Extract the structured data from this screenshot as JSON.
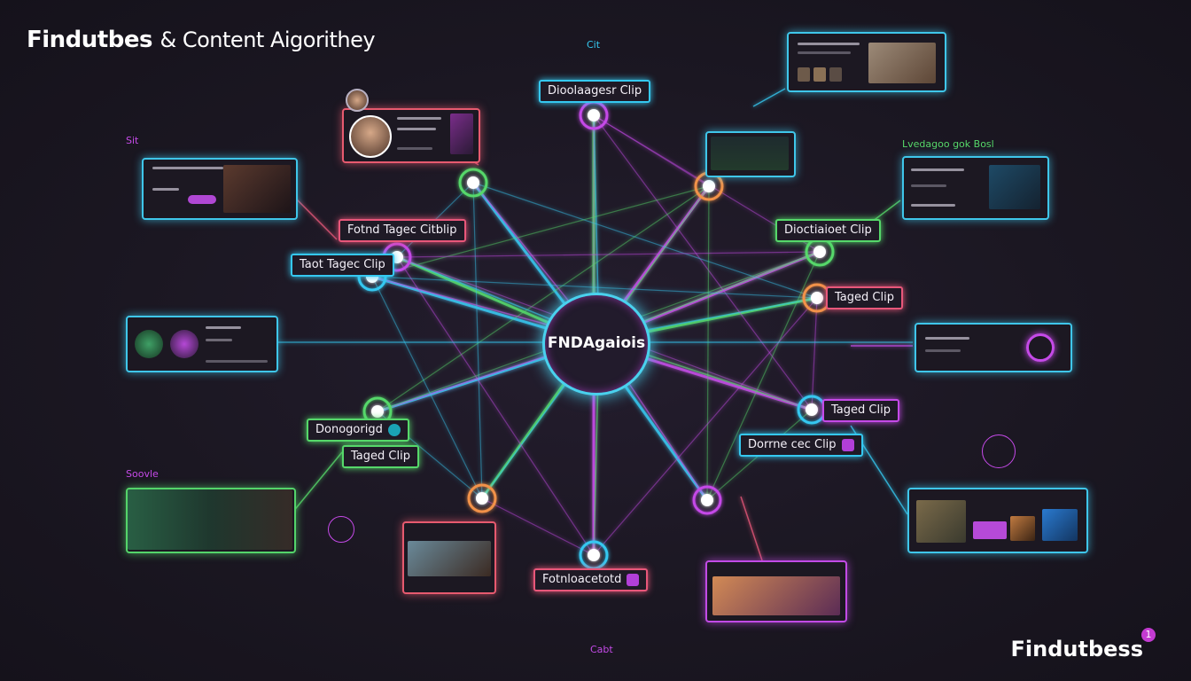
{
  "header": {
    "title_main": "Findutbes",
    "title_rest": "& Content Aigorithey"
  },
  "hub": {
    "label": "FNDAgaiois"
  },
  "tags": {
    "top": "Dioolaagesr Clip",
    "left_upper": "Fotnd Tagec Citblip",
    "left_mid": "Taot Tagec Clip",
    "right_upper": "Dioctiaioet Clip",
    "right_mid": "Taged Clip",
    "right_lower": "Taged Clip",
    "left_lower": "Donogorigd",
    "left_lower2": "Taged Clip",
    "bottom_right": "Dorrne cec Clip",
    "bottom": "Fotnloacetotd"
  },
  "labels": {
    "top_center": "Cit",
    "left_top": "Sit",
    "left_bottom": "Soovle",
    "right_top": "Lvedagoo gok Bosl",
    "bottom_center": "Cabt"
  },
  "brand": {
    "name": "Findutbess",
    "badge": "1"
  },
  "colors": {
    "cyan": "#35c8f0",
    "green": "#56d86a",
    "purple": "#c54ae8",
    "pink": "#e8577a",
    "orange": "#f2924a"
  }
}
